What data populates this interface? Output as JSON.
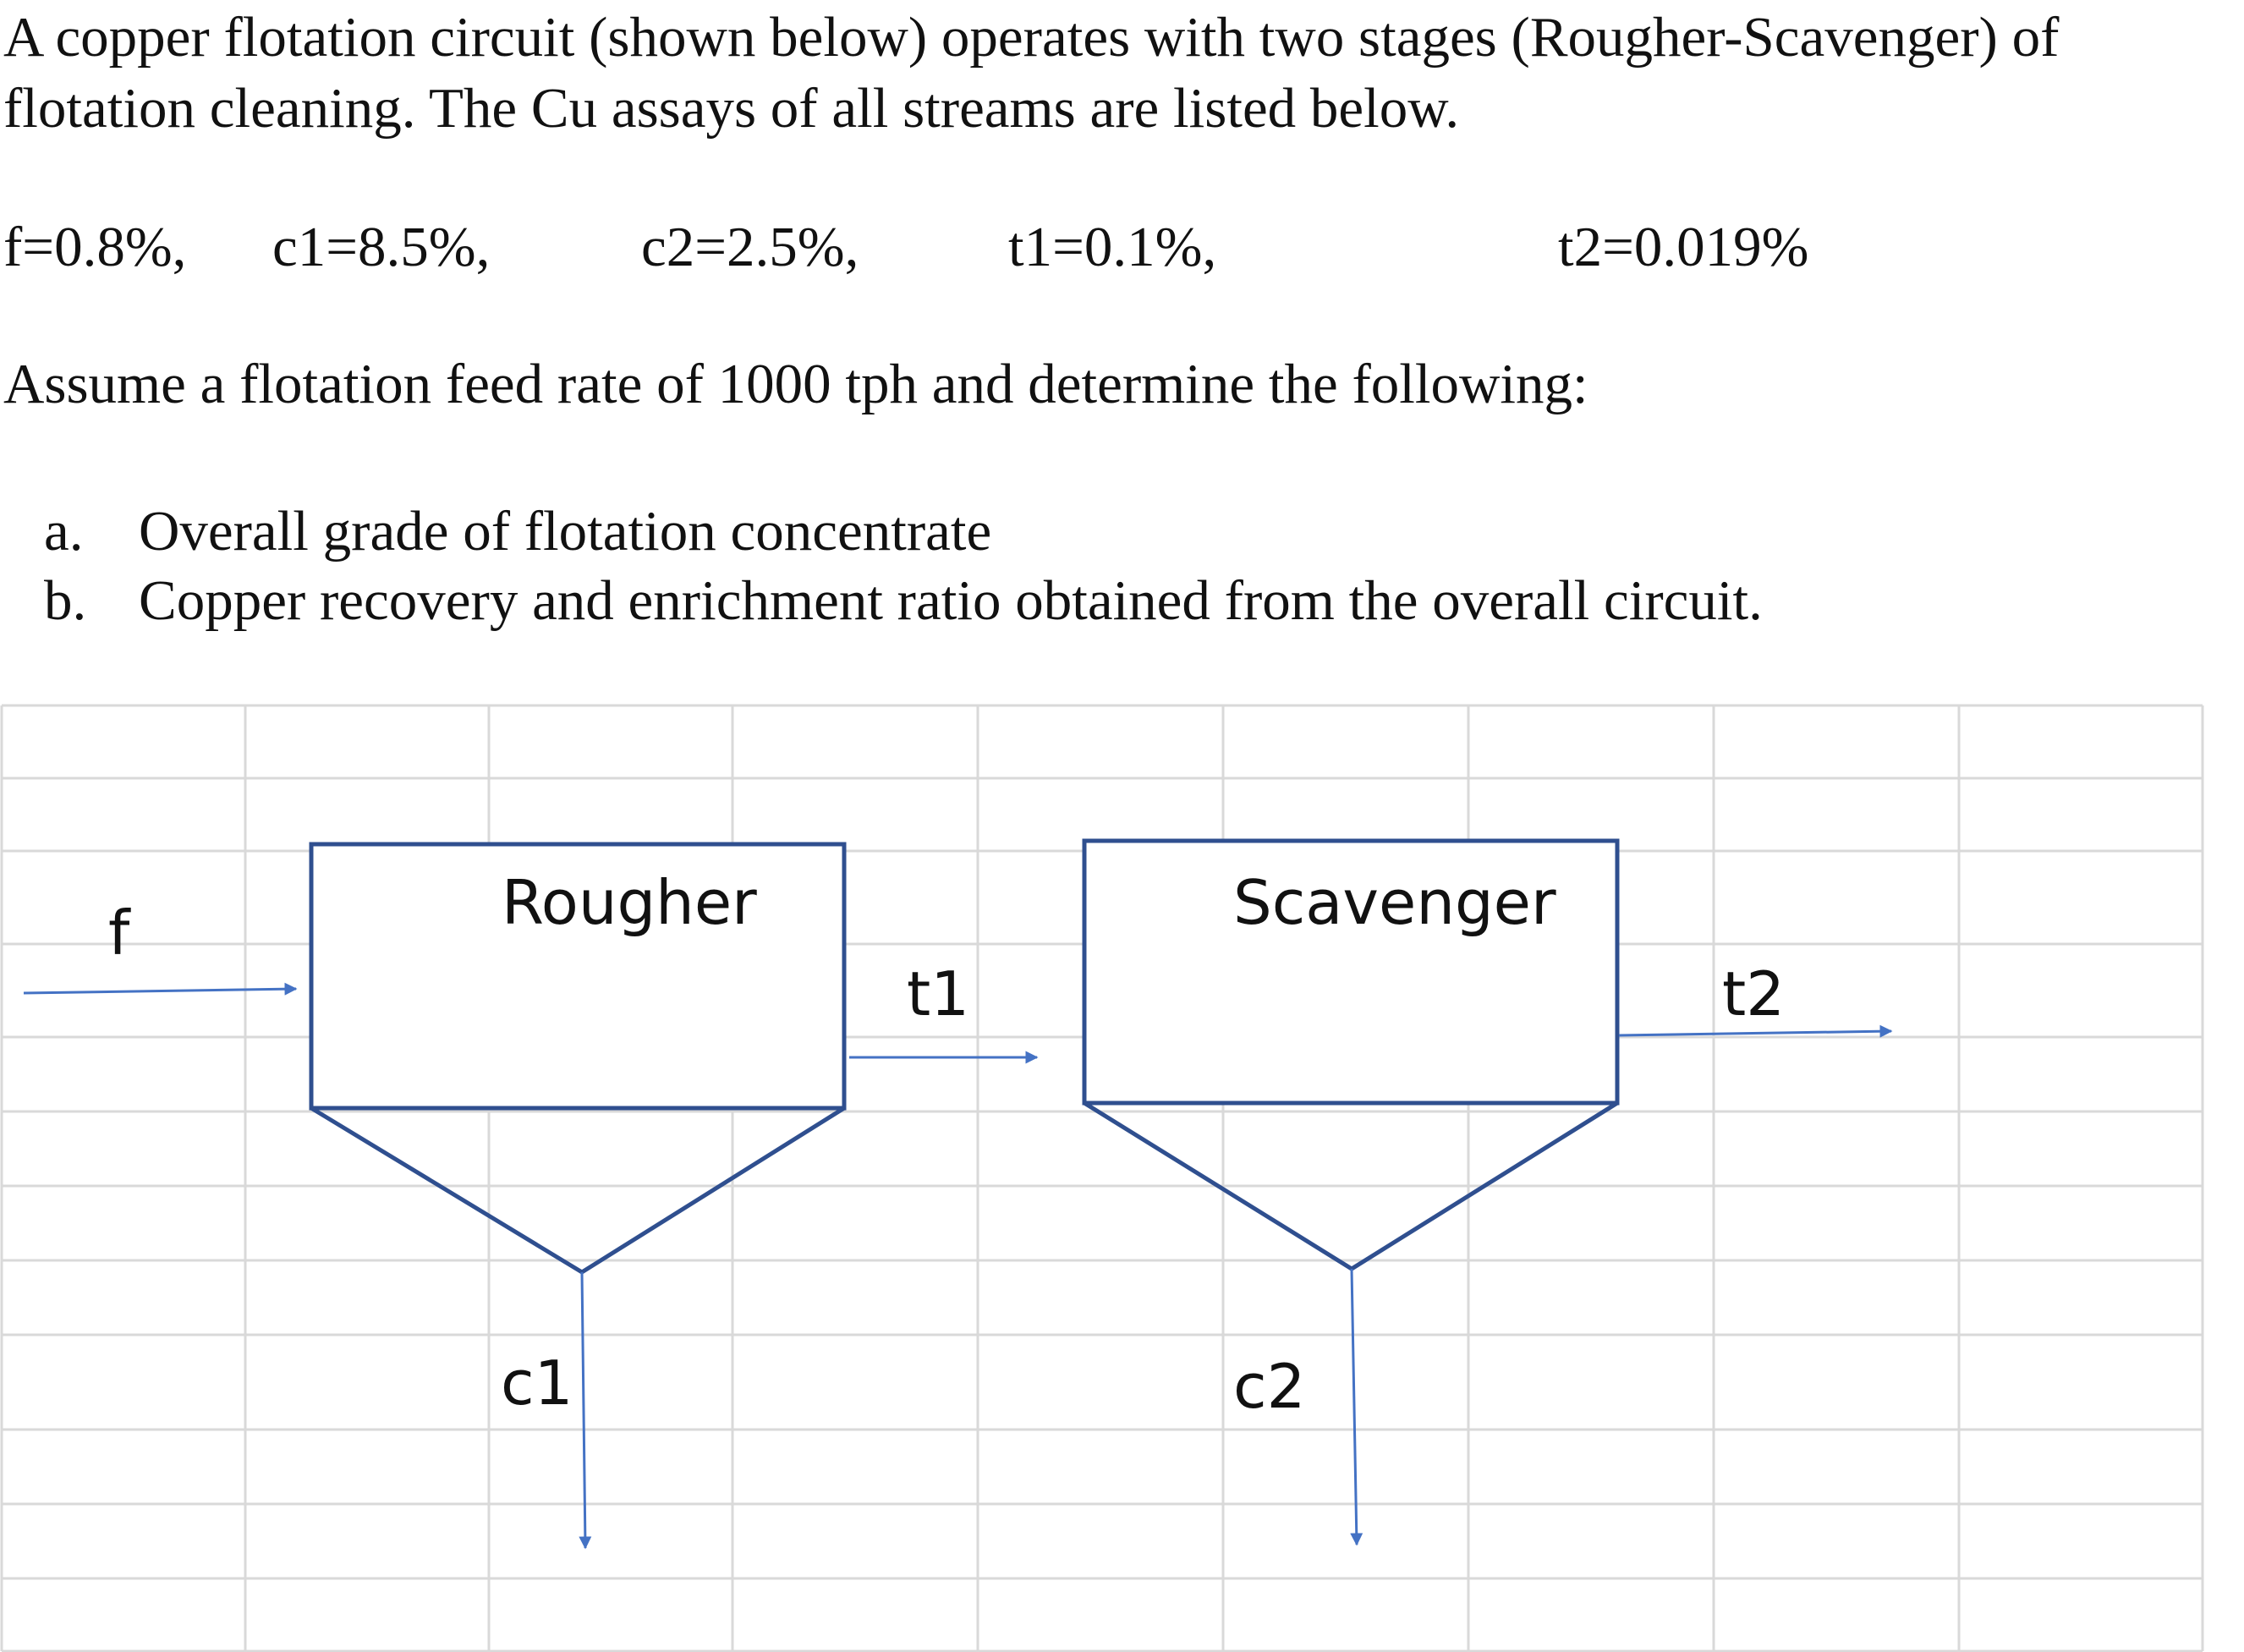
{
  "problem": {
    "intro": "A copper flotation circuit (shown below) operates with two stages (Rougher-Scavenger) of flotation cleaning. The Cu assays of all streams are listed below.",
    "assays": [
      {
        "text": "f=0.8%,"
      },
      {
        "text": "c1=8.5%,"
      },
      {
        "text": "c2=2.5%,"
      },
      {
        "text": "t1=0.1%,"
      },
      {
        "text": "t2=0.019%"
      }
    ],
    "assumption": "Assume a flotation feed rate of 1000 tph and determine the following:",
    "questions": [
      {
        "marker": "a.",
        "text": "Overall grade of flotation concentrate"
      },
      {
        "marker": "b.",
        "text": "Copper recovery and enrichment ratio obtained from the overall circuit."
      }
    ]
  },
  "diagram": {
    "units": {
      "rougher": "Rougher",
      "scavenger": "Scavenger"
    },
    "streams": {
      "feed": "f",
      "rougher_tail": "t1",
      "scavenger_tail": "t2",
      "rougher_conc": "c1",
      "scavenger_conc": "c2"
    },
    "colors": {
      "cell_outline": "#2f4f8f",
      "arrow": "#4472c4",
      "grid": "#d9d9d9"
    }
  }
}
